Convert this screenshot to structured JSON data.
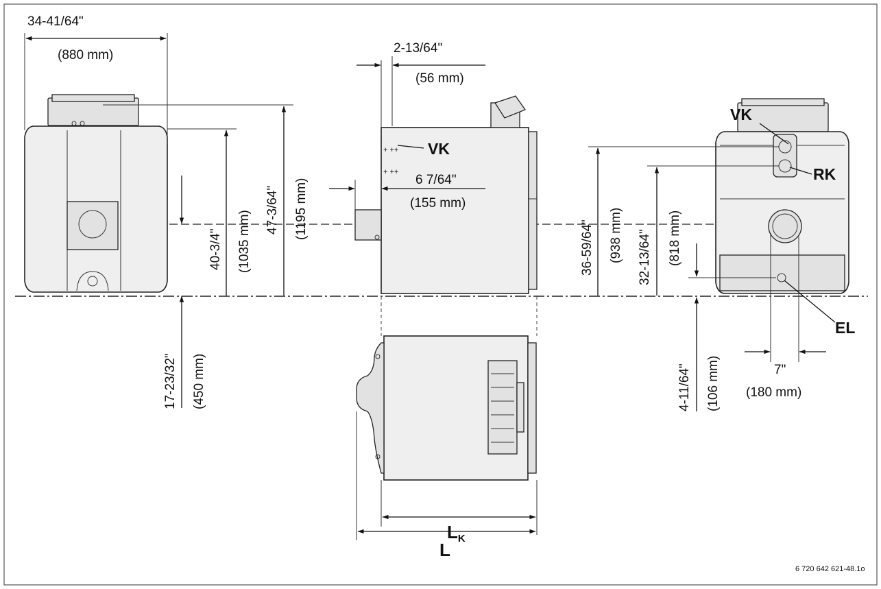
{
  "front_view": {
    "width_in": "34-41/64\"",
    "width_mm": "(880 mm)",
    "center_height_in": "40-3/4\"",
    "center_height_mm": "(1035 mm)",
    "total_height_in": "47-3/64\"",
    "total_height_mm": "(1195 mm)",
    "base_height_in": "17-23/32\"",
    "base_height_mm": "(450 mm)"
  },
  "side_view": {
    "offset_in": "2-13/64\"",
    "offset_mm": "(56 mm)",
    "vk_label": "VK",
    "flue_in": "6 7/64\"",
    "flue_mm": "(155 mm)",
    "lk_label": "L",
    "lk_sub": "K",
    "l_label": "L"
  },
  "rear_view": {
    "vk_label": "VK",
    "rk_label": "RK",
    "el_label": "EL",
    "vk_height_in": "36-59/64\"",
    "vk_height_mm": "(938 mm)",
    "rk_height_in": "32-13/64\"",
    "rk_height_mm": "(818 mm)",
    "el_height_in": "4-11/64\"",
    "el_height_mm": "(106 mm)",
    "spacing_in": "7\"",
    "spacing_mm": "(180 mm)"
  },
  "figure_code": "6 720 642 621-48.1o"
}
